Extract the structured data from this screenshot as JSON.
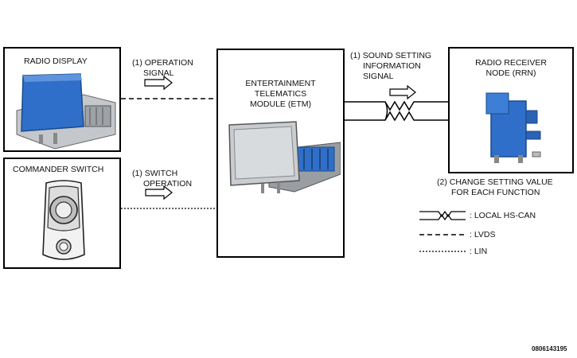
{
  "boxes": {
    "radio_display": "RADIO DISPLAY",
    "commander_switch": "COMMANDER SWITCH",
    "etm": [
      "ENTERTAINMENT",
      "TELEMATICS",
      "MODULE (ETM)"
    ],
    "rrn": [
      "RADIO RECEIVER",
      "NODE (RRN)"
    ]
  },
  "signals": {
    "operation": [
      "(1) OPERATION",
      "SIGNAL"
    ],
    "switch": [
      "(1) SWITCH",
      "OPERATION"
    ],
    "sound": [
      "(1) SOUND SETTING",
      "INFORMATION",
      "SIGNAL"
    ],
    "change": [
      "(2) CHANGE SETTING VALUE",
      "FOR EACH FUNCTION"
    ]
  },
  "legend": {
    "hs_can": ": LOCAL HS-CAN",
    "lvds": ": LVDS",
    "lin": ": LIN"
  },
  "figure_code": "0806143195",
  "colors": {
    "device_blue": "#2f6fc9",
    "device_gray": "#b9bcc0",
    "line": "#000000"
  }
}
